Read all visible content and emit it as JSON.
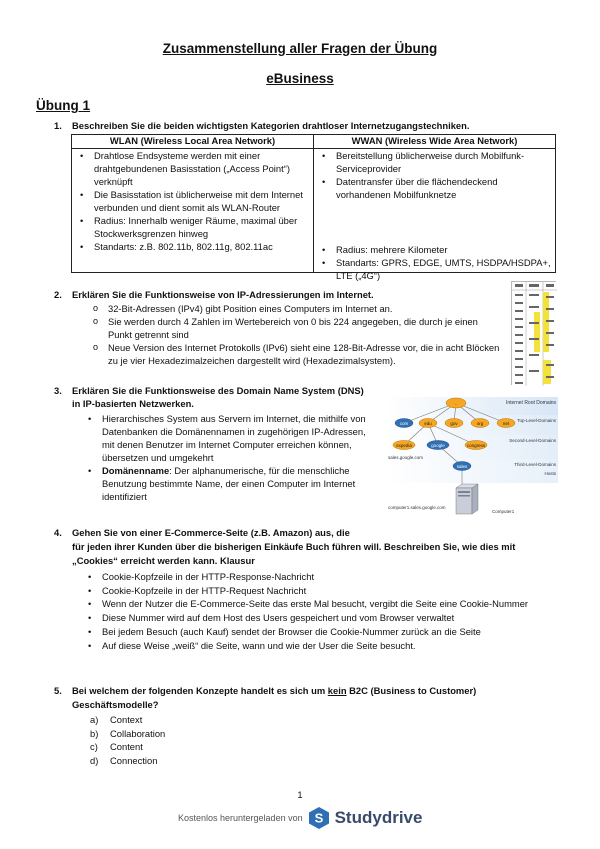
{
  "header": {
    "title": "Zusammenstellung aller Fragen der Übung",
    "subtitle": "eBusiness",
    "section": "Übung 1"
  },
  "q1": {
    "num": "1.",
    "text": "Beschreiben Sie die beiden wichtigsten Kategorien drahtloser Internetzugangstechniken.",
    "table": {
      "col1_header": "WLAN (Wireless Local Area Network)",
      "col2_header": "WWAN (Wireless Wide Area Network)",
      "col1_items": [
        "Drahtlose Endsysteme werden mit einer drahtgebundenen Basisstation („Access Point“) verknüpft",
        "Die Basisstation ist üblicherweise mit dem Internet verbunden und dient somit als WLAN-Router",
        "Radius: Innerhalb weniger Räume, maximal über Stockwerksgrenzen hinweg",
        "Standarts: z.B. 802.11b, 802.11g, 802.11ac"
      ],
      "col2_items": [
        "Bereitstellung üblicherweise durch Mobilfunk-Serviceprovider",
        "Datentransfer über die flächendeckend vorhandenen Mobilfunknetze",
        "Radius: mehrere Kilometer",
        "Standarts: GPRS, EDGE, UMTS, HSDPA/HSDPA+, LTE („4G“)"
      ]
    }
  },
  "q2": {
    "num": "2.",
    "text": "Erklären Sie die Funktionsweise von IP-Adressierungen im Internet.",
    "items": [
      "32-Bit-Adressen (IPv4) gibt Position eines Computers im Internet an.",
      "Sie werden durch 4 Zahlen im Wertebereich von 0 bis 224 angegeben, die durch je einen Punkt getrennt sind",
      "Neue Version des Internet Protokolls (IPv6) sieht eine 128-Bit-Adresse vor, die in acht Blöcken zu je vier Hexadezimalzeichen dargestellt wird (Hexadezimalsystem)."
    ]
  },
  "q3": {
    "num": "3.",
    "text_line1": "Erklären Sie die Funktionsweise des Domain Name System (DNS)",
    "text_line2": "in IP-basierten Netzwerken.",
    "item1": "Hierarchisches System aus Servern im Internet, die mithilfe von Datenbanken die Domänennamen in zugehörigen IP-Adressen, mit denen Benutzer im Internet Computer erreichen können, übersetzen und umgekehrt",
    "item2_bold": "Domänenname",
    "item2_rest": ": Der alphanumerische, für die menschliche Benutzung bestimmte Name, der einen Computer im Internet identifiziert",
    "diagram": {
      "root": ". ",
      "label_root": "Internet Root Domains",
      "label_top": "Top-Level-Domains",
      "label_second": "Second-Level-Domains",
      "label_third": "Third-Level-Domains",
      "label_hosts": "Hosts",
      "tlds": [
        "com",
        "edu",
        "gov",
        "org",
        "net"
      ],
      "slds": [
        "expedia",
        "google",
        "congress"
      ],
      "third": "sales",
      "addr1": "sales.google.com",
      "addr2": "computer1.sales.google.com",
      "computer": "Computer1"
    }
  },
  "q4": {
    "num": "4.",
    "line1": "Gehen Sie von einer E-Commerce-Seite (z.B. Amazon) aus, die",
    "line2": "für jeden ihrer Kunden über die bisherigen Einkäufe Buch führen will. Beschreiben Sie, wie dies mit",
    "line3": "„Cookies“ erreicht werden kann. Klausur",
    "items": [
      "Cookie-Kopfzeile in der HTTP-Response-Nachricht",
      "Cookie-Kopfzeile in der HTTP-Request Nachricht",
      "Wenn der Nutzer die E-Commerce-Seite das erste Mal besucht, vergibt die Seite eine Cookie-Nummer",
      "Diese Nummer wird auf dem Host des Users gespeichert und vom Browser verwaltet",
      "Bei jedem Besuch (auch Kauf) sendet der Browser die Cookie-Nummer zurück an die Seite",
      "Auf diese Weise „weiß“ die Seite, wann und wie der User die Seite besucht."
    ]
  },
  "q5": {
    "num": "5.",
    "text_pre": "Bei welchem der folgenden Konzepte handelt es sich um ",
    "text_kein": "kein",
    "text_post": " B2C (Business to Customer)",
    "line2": "Geschäftsmodelle?",
    "options": [
      {
        "letter": "a)",
        "text": "Context"
      },
      {
        "letter": "b)",
        "text": "Collaboration"
      },
      {
        "letter": "c)",
        "text": "Content"
      },
      {
        "letter": "d)",
        "text": "Connection"
      }
    ]
  },
  "footer": {
    "page": "1",
    "download_text": "Kostenlos heruntergeladen von",
    "brand": "Studydrive",
    "logo_letter": "S"
  }
}
